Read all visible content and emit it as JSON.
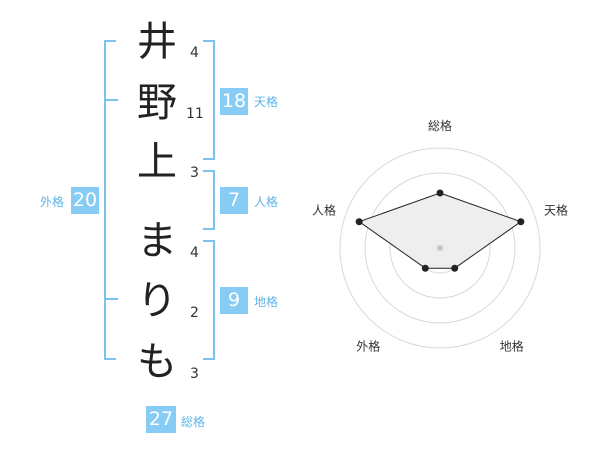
{
  "name_chars": [
    {
      "char": "井",
      "strokes": "4"
    },
    {
      "char": "野",
      "strokes": "11"
    },
    {
      "char": "上",
      "strokes": "3"
    },
    {
      "char": "ま",
      "strokes": "4"
    },
    {
      "char": "り",
      "strokes": "2"
    },
    {
      "char": "も",
      "strokes": "3"
    }
  ],
  "badges": {
    "tenkaku": {
      "value": "18",
      "label": "天格"
    },
    "jinkaku": {
      "value": "7",
      "label": "人格"
    },
    "chikaku": {
      "value": "9",
      "label": "地格"
    },
    "gaikaku": {
      "value": "20",
      "label": "外格"
    },
    "soukaku": {
      "value": "27",
      "label": "総格"
    }
  },
  "colors": {
    "bracket": "#7cc3ec",
    "badge_bg": "#87ccf4",
    "badge_text": "#ffffff",
    "label_text": "#5fb4e6",
    "radar_fill": "#eeeeee",
    "radar_stroke": "#222222",
    "ring": "#d9d9d9"
  },
  "chart_data": {
    "type": "radar",
    "axes": [
      "総格",
      "天格",
      "地格",
      "外格",
      "人格"
    ],
    "values": [
      0.55,
      0.85,
      0.25,
      0.25,
      0.85
    ],
    "range": [
      0,
      1
    ],
    "rings": 4
  }
}
